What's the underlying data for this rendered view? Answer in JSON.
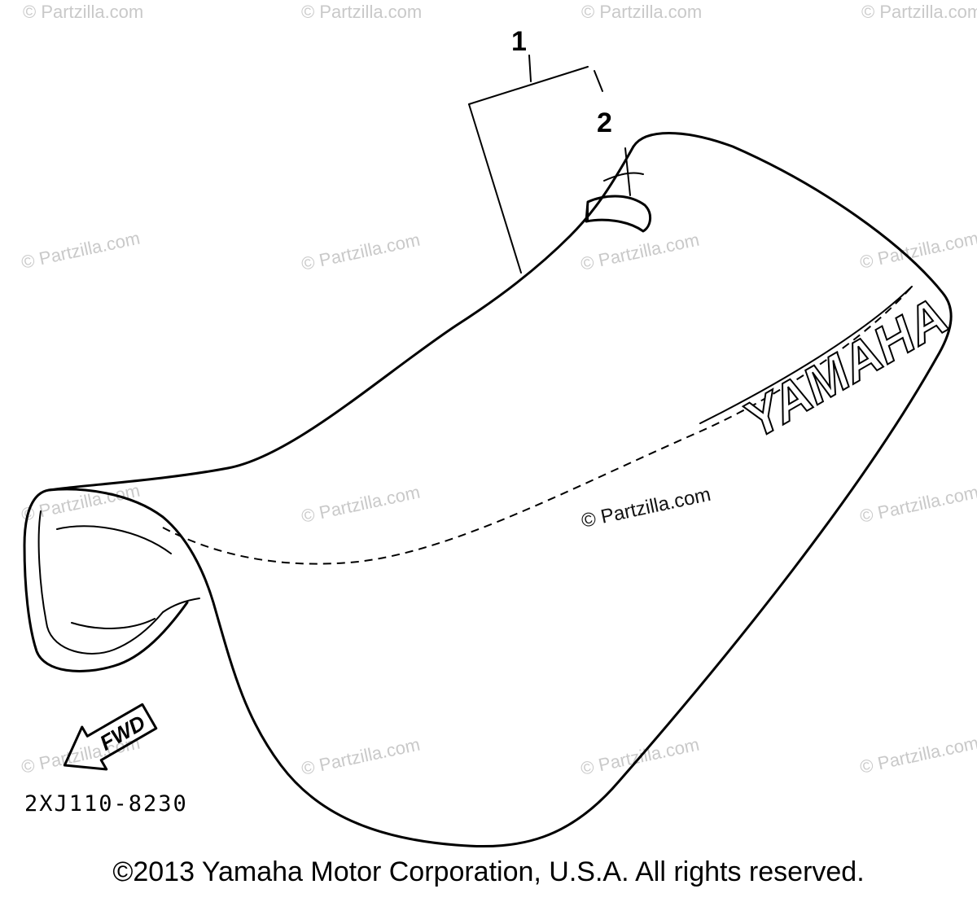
{
  "diagram": {
    "callouts": [
      {
        "id": "1",
        "label": "1"
      },
      {
        "id": "2",
        "label": "2"
      }
    ],
    "brand_text": "YAMAHA",
    "direction_label": "FWD",
    "part_number": "2XJ110-8230",
    "watermark": "© Partzilla.com",
    "watermark_center": "© Partzilla.com"
  },
  "footer": {
    "copyright": "©2013 Yamaha Motor Corporation, U.S.A. All rights reserved."
  }
}
